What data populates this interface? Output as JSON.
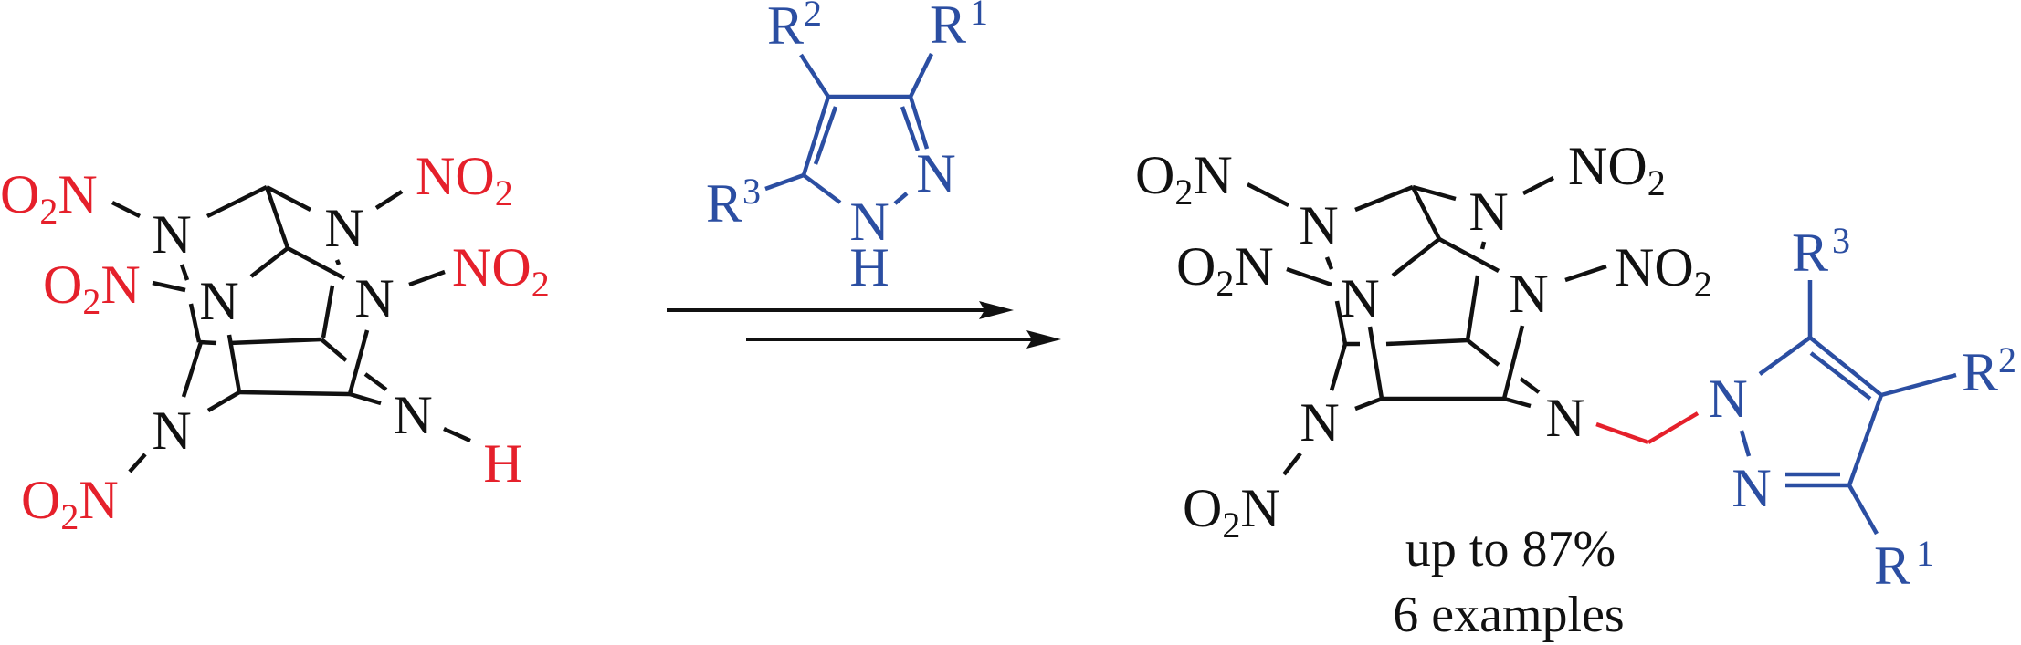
{
  "labels": {
    "N": "N",
    "H": "H",
    "O": "O",
    "R": "R",
    "sub2": "2",
    "sup1": "1",
    "sup2": "2",
    "sup3": "3"
  },
  "product_caption": {
    "yield": "up to 87%",
    "examples": "6 examples"
  },
  "colors": {
    "reactant_highlight": "#e5202b",
    "pyrazole": "#2b4ea2",
    "bonds": "#111111",
    "linker": "#e5202b"
  }
}
